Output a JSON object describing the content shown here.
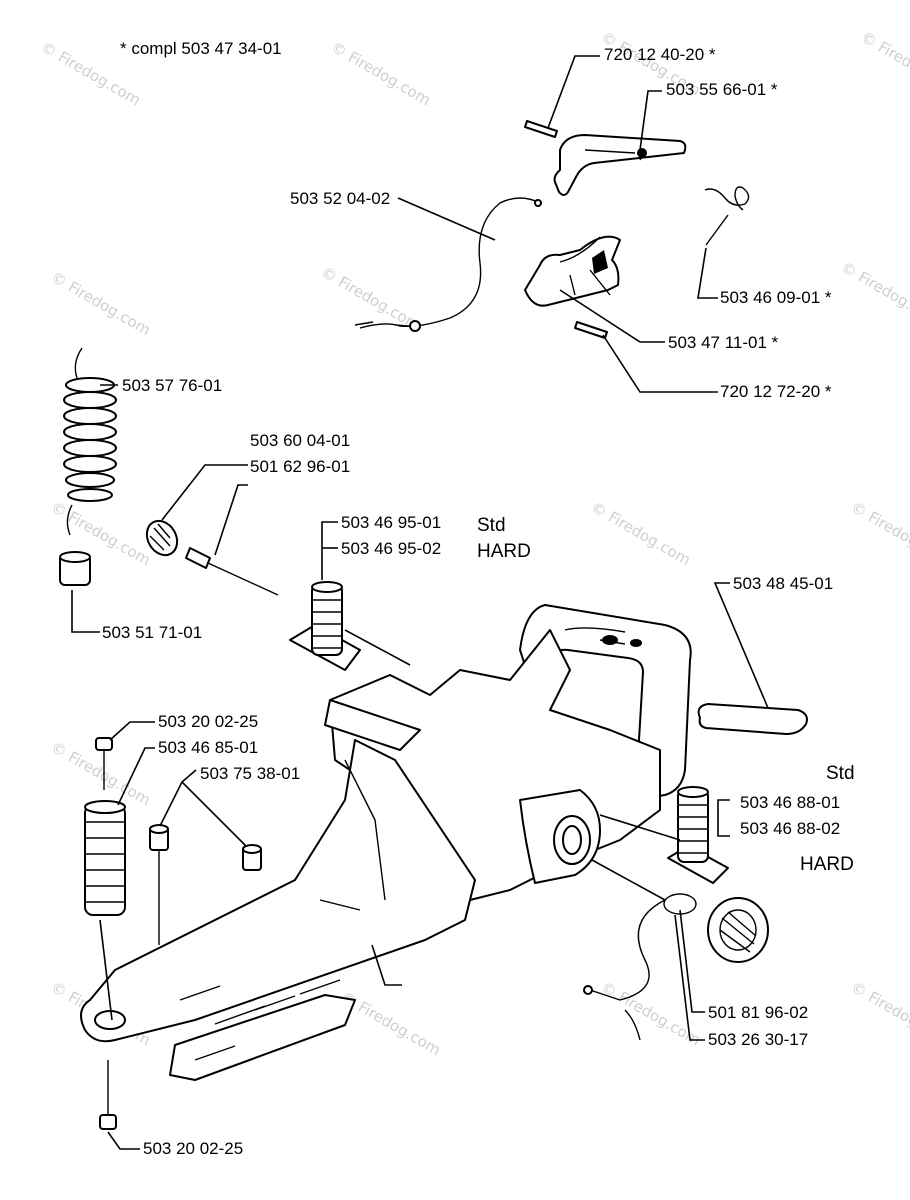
{
  "header_note": "*  compl 503 47 34-01",
  "watermark": "© Firedog.com",
  "labels": {
    "p_720_12_40_20": "720 12 40-20  *",
    "p_503_55_66_01": "503 55 66-01  *",
    "p_503_52_04_02": "503 52 04-02",
    "p_503_46_09_01": "503 46 09-01  *",
    "p_503_47_11_01": "503 47 11-01  *",
    "p_720_12_72_20": "720 12 72-20  *",
    "p_503_57_76_01": "503 57 76-01",
    "p_503_60_04_01": "503 60 04-01",
    "p_501_62_96_01": "501 62 96-01",
    "p_503_46_95_01": "503 46 95-01",
    "p_503_46_95_02": "503 46 95-02",
    "std_1": "Std",
    "hard_1": "HARD",
    "p_503_51_71_01": "503 51 71-01",
    "p_503_48_45_01": "503 48 45-01",
    "p_503_20_02_25_top": "503 20 02-25",
    "p_503_46_85_01": "503 46 85-01",
    "p_503_75_38_01": "503 75 38-01",
    "std_2": "Std",
    "p_503_46_88_01": "503 46 88-01",
    "p_503_46_88_02": "503 46 88-02",
    "hard_2": "HARD",
    "p_501_81_96_02": "501 81 96-02",
    "p_503_26_30_17": "503 26 30-17",
    "p_503_20_02_25_bottom": "503 20 02-25"
  }
}
